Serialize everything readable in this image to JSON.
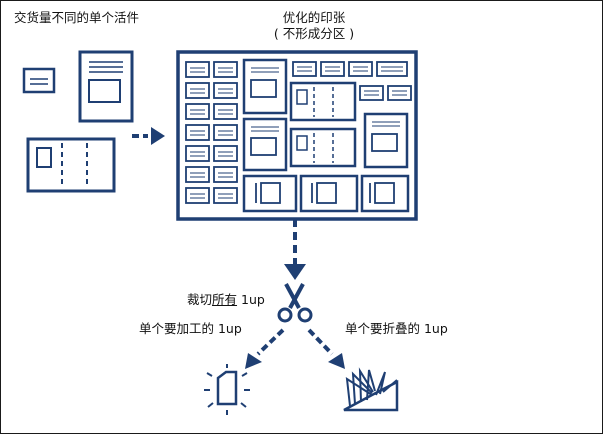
{
  "labels": {
    "deliverables": "交货量不同的单个活件",
    "imposed_line1": "优化的印张",
    "imposed_line2": "( 不形成分区 )",
    "cut_prefix": "裁切",
    "cut_underlined": "所有",
    "cut_suffix": " 1up",
    "finish": "单个要加工的 1up",
    "fold": "单个要折叠的 1up"
  },
  "colors": {
    "stroke": "#1f3f73",
    "text": "#111111",
    "background": "#ffffff"
  },
  "icons": [
    "small-label-icon",
    "poster-icon",
    "folded-brochure-icon",
    "imposed-sheet-icon",
    "scissors-icon",
    "processed-part-icon",
    "folded-booklet-icon"
  ]
}
